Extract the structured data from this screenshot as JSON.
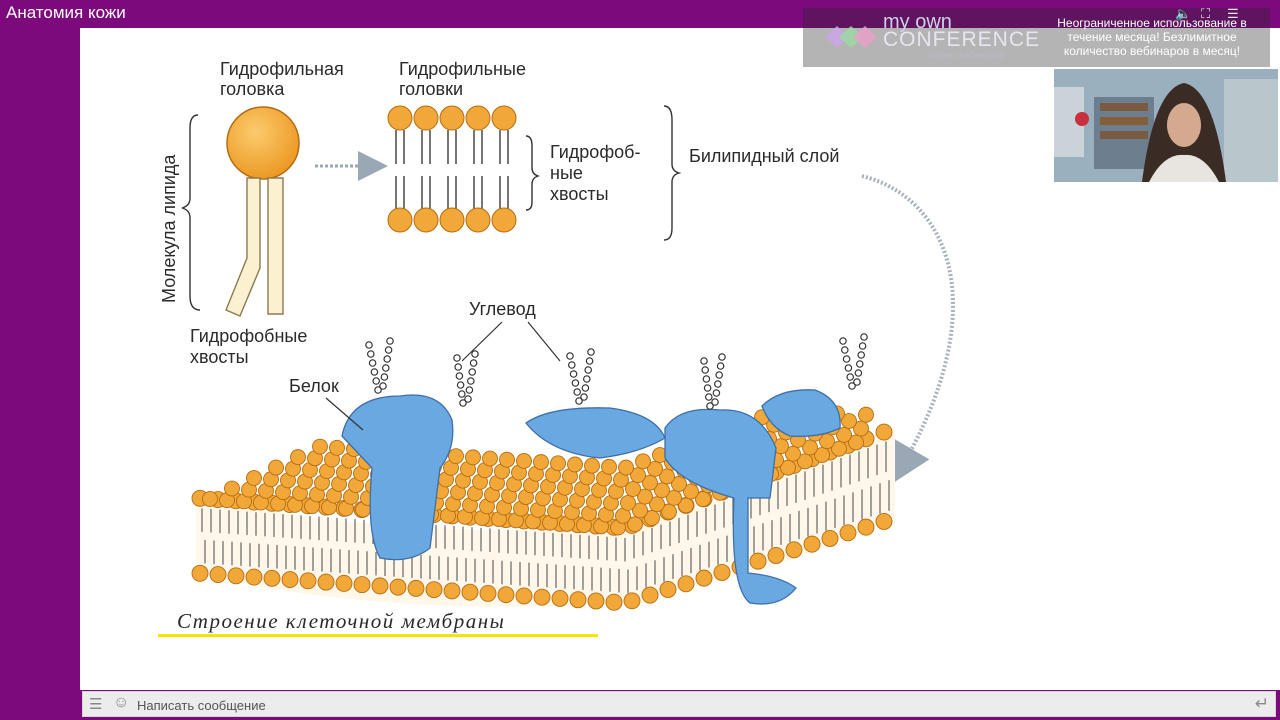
{
  "window": {
    "title": "Анатомия кожи"
  },
  "diagram": {
    "label_head": [
      "Гидрофильная",
      "головка"
    ],
    "label_heads": [
      "Гидрофильные",
      "головки"
    ],
    "label_lipid_molecule": "Молекула липида",
    "label_tails_left": [
      "Гидрофобные",
      "хвосты"
    ],
    "label_tails_mid": [
      "Гидрофоб-",
      "ные",
      "хвосты"
    ],
    "label_bilayer": "Билипидный слой",
    "label_carbohydrate": "Углевод",
    "label_protein": "Белок",
    "caption": "Строение клеточной мембраны"
  },
  "promo": {
    "brand_line1": "my own",
    "brand_line2": "CONFERENCE",
    "brand_tagline": "сервис вебинаров",
    "message": "Неограниченное использование в течение месяца! Безлимитное количество вебинаров в месяц!"
  },
  "chat": {
    "placeholder": "Написать сообщение"
  },
  "colors": {
    "frame": "#7d0a7d",
    "lipid_head": "#f2a838",
    "protein": "#6aa8e2",
    "caption_underline": "#f2e600"
  }
}
